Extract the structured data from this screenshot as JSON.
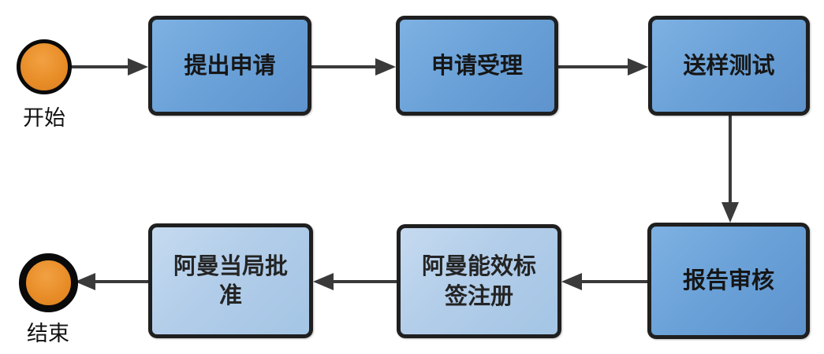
{
  "diagram": {
    "description": "Oman energy efficiency label certification process flowchart",
    "start": {
      "label": "开始"
    },
    "end": {
      "label": "结束"
    },
    "steps": [
      {
        "id": "step1",
        "label": "提出申请"
      },
      {
        "id": "step2",
        "label": "申请受理"
      },
      {
        "id": "step3",
        "label": "送样测试"
      },
      {
        "id": "step4",
        "label": "报告审核"
      },
      {
        "id": "step5",
        "label": "阿曼能效标签注册"
      },
      {
        "id": "step6",
        "label": "阿曼当局批准"
      }
    ],
    "flow_order": [
      "开始",
      "提出申请",
      "申请受理",
      "送样测试",
      "报告审核",
      "阿曼能效标签注册",
      "阿曼当局批准",
      "结束"
    ],
    "colors": {
      "node_fill_light_edge": "#7EB1E3",
      "node_fill_dark_edge": "#5E93CE",
      "node_light_fill_light_edge": "#C5DAF0",
      "node_light_fill_dark_edge": "#A4C5E5",
      "node_border": "#1F1F1F",
      "node_text": "#161616",
      "terminal_fill": "#E88D28",
      "terminal_border": "#0A0A0A",
      "arrow": "#3A3A3A",
      "background": "#FFFFFF"
    }
  }
}
